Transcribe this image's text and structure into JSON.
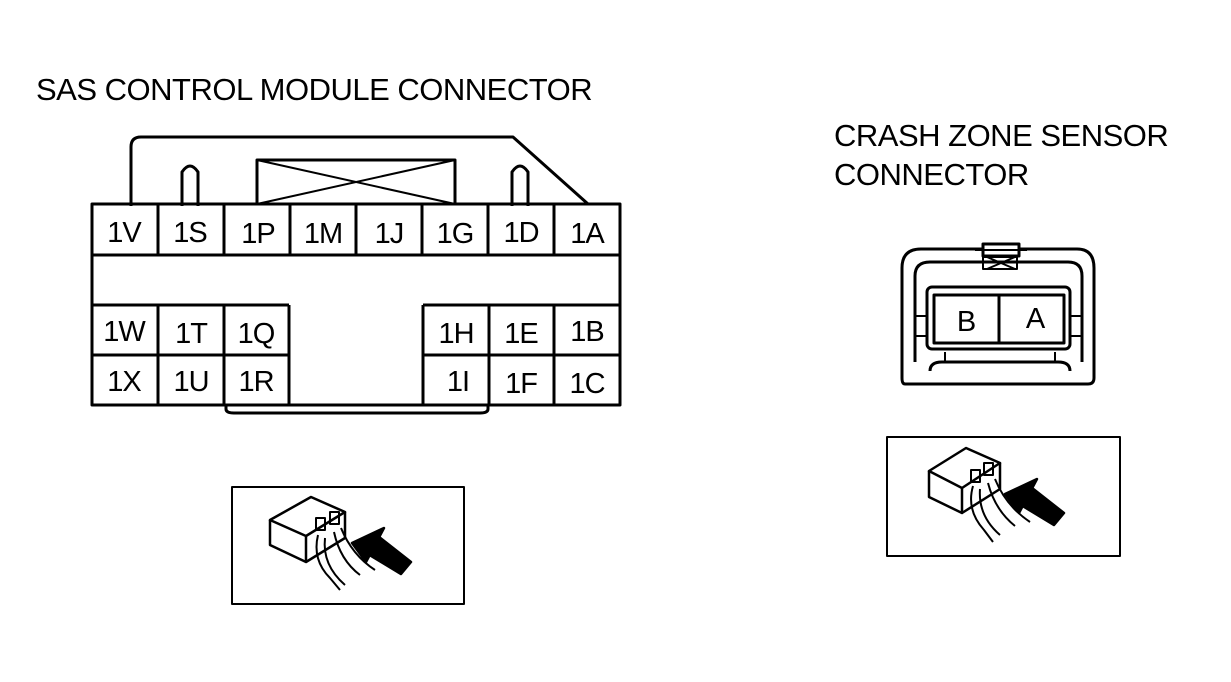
{
  "sas_connector": {
    "title": "SAS CONTROL MODULE CONNECTOR",
    "top_row": [
      "1V",
      "1S",
      "1P",
      "1M",
      "1J",
      "1G",
      "1D",
      "1A"
    ],
    "left_block": [
      [
        "1W",
        "1T",
        "1Q"
      ],
      [
        "1X",
        "1U",
        "1R"
      ]
    ],
    "right_block": [
      [
        "1H",
        "1E",
        "1B"
      ],
      [
        "1I",
        "1F",
        "1C"
      ]
    ],
    "probe_icon": "backprobe-connector-icon"
  },
  "crash_connector": {
    "title_line1": "CRASH ZONE SENSOR",
    "title_line2": "CONNECTOR",
    "pins": [
      "B",
      "A"
    ],
    "probe_icon": "backprobe-connector-icon"
  }
}
